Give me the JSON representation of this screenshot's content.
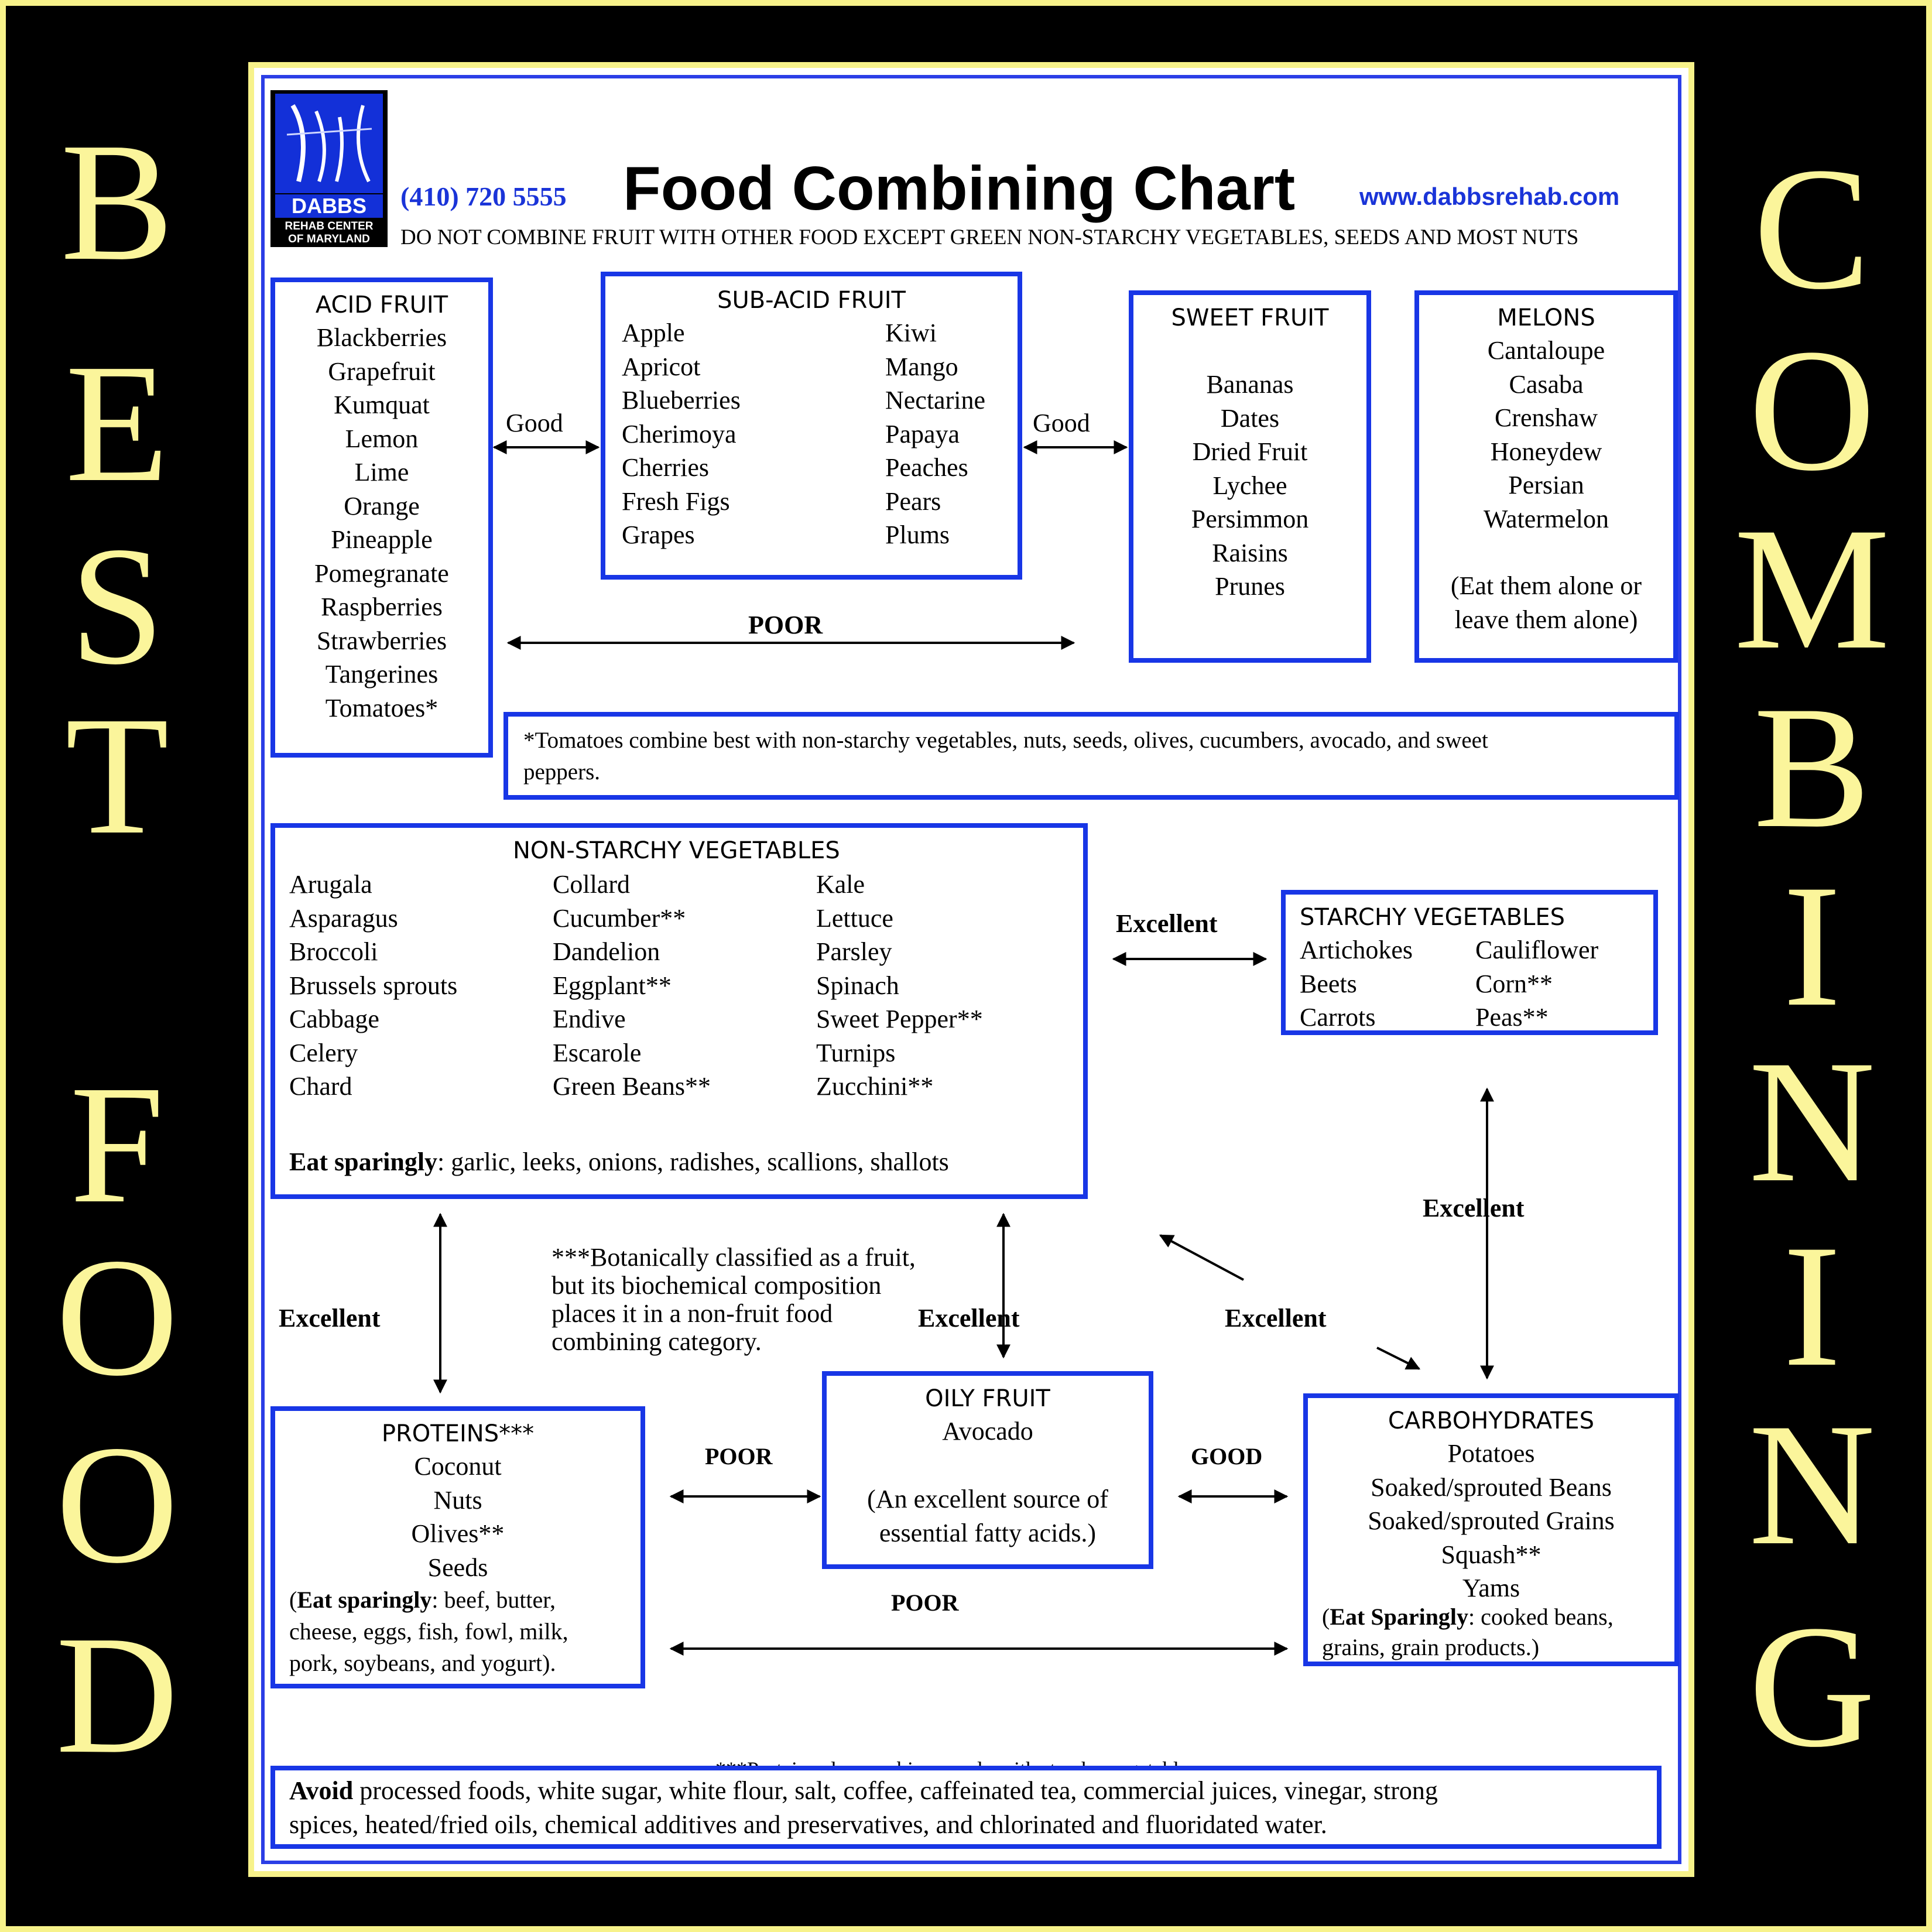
{
  "side_left": [
    "B",
    "E",
    "S",
    "T",
    "F",
    "O",
    "O",
    "D"
  ],
  "side_right": [
    "C",
    "O",
    "M",
    "B",
    "I",
    "N",
    "I",
    "N",
    "G"
  ],
  "logo": {
    "name": "DABBS",
    "line1": "REHAB CENTER",
    "line2": "OF MARYLAND"
  },
  "header": {
    "phone": "(410) 720 5555",
    "title": "Food Combining Chart",
    "website": "www.dabbsrehab.com",
    "subtitle": "DO NOT COMBINE FRUIT WITH OTHER FOOD EXCEPT GREEN NON-STARCHY VEGETABLES, SEEDS AND MOST NUTS"
  },
  "acid_fruit": {
    "title": "ACID FRUIT",
    "items": [
      "Blackberries",
      "Grapefruit",
      "Kumquat",
      "Lemon",
      "Lime",
      "Orange",
      "Pineapple",
      "Pomegranate",
      "Raspberries",
      "Strawberries",
      "Tangerines",
      "Tomatoes*"
    ]
  },
  "sub_acid_fruit": {
    "title": "SUB-ACID FRUIT",
    "col1": [
      "Apple",
      "Apricot",
      "Blueberries",
      "Cherimoya",
      "Cherries",
      "Fresh Figs",
      "Grapes"
    ],
    "col2": [
      "Kiwi",
      "Mango",
      "Nectarine",
      "Papaya",
      "Peaches",
      "Pears",
      "Plums"
    ]
  },
  "sweet_fruit": {
    "title": "SWEET FRUIT",
    "items": [
      "Bananas",
      "Dates",
      "Dried Fruit",
      "Lychee",
      "Persimmon",
      "Raisins",
      "Prunes"
    ]
  },
  "melons": {
    "title": "MELONS",
    "items": [
      "Cantaloupe",
      "Casaba",
      "Crenshaw",
      "Honeydew",
      "Persian",
      "Watermelon"
    ],
    "note_line1": "(Eat them alone or",
    "note_line2": "leave them alone)"
  },
  "tomato_note": {
    "line1": "*Tomatoes combine best with non-starchy vegetables, nuts, seeds, olives, cucumbers, avocado, and sweet",
    "line2": "peppers."
  },
  "non_starchy": {
    "title": "NON-STARCHY VEGETABLES",
    "col1": [
      "Arugala",
      "Asparagus",
      "Broccoli",
      "Brussels sprouts",
      "Cabbage",
      "Celery",
      "Chard"
    ],
    "col2": [
      "Collard",
      "Cucumber**",
      "Dandelion",
      "Eggplant**",
      "Endive",
      "Escarole",
      "Green Beans**"
    ],
    "col3": [
      "Kale",
      "Lettuce",
      "Parsley",
      "Spinach",
      "Sweet Pepper**",
      "Turnips",
      "Zucchini**"
    ],
    "sparing_label": "Eat sparingly",
    "sparing_text": ": garlic, leeks, onions, radishes, scallions, shallots"
  },
  "starchy": {
    "title": "STARCHY VEGETABLES",
    "col1": [
      "Artichokes",
      "Beets",
      "Carrots"
    ],
    "col2": [
      "Cauliflower",
      "Corn**",
      "Peas**"
    ]
  },
  "botanical_note": [
    "***Botanically classified as a fruit,",
    "but its biochemical composition",
    "places it in a non-fruit food",
    "combining category."
  ],
  "proteins": {
    "title": "PROTEINS***",
    "items": [
      "Coconut",
      "Nuts",
      "Olives**",
      "Seeds"
    ],
    "sparing_open": "(",
    "sparing_label": "Eat sparingly",
    "sparing_line1": ": beef, butter,",
    "sparing_line2": "cheese, eggs, fish, fowl, milk,",
    "sparing_line3": "pork, soybeans, and yogurt)."
  },
  "oily_fruit": {
    "title": "OILY FRUIT",
    "item": "Avocado",
    "note_line1": "(An excellent source of",
    "note_line2": "essential fatty acids.)"
  },
  "carbs": {
    "title": "CARBOHYDRATES",
    "items": [
      "Potatoes",
      "Soaked/sprouted Beans",
      "Soaked/sprouted Grains",
      "Squash**",
      "Yams"
    ],
    "sparing_open": "(",
    "sparing_label": "Eat Sparingly",
    "sparing_line1": ": cooked beans,",
    "sparing_line2": "grains, grain products.)"
  },
  "protein_note": "***Proteins also combine poorly with starchy vegetables",
  "avoid": {
    "label": "Avoid",
    "line1": " processed foods, white sugar, white flour, salt, coffee, caffeinated tea, commercial juices, vinegar, strong",
    "line2": "spices, heated/fried oils, chemical additives and preservatives, and chlorinated and fluoridated water."
  },
  "relations": {
    "acid_subacid": "Good",
    "subacid_sweet": "Good",
    "acid_sweet": "POOR",
    "nonstarchy_starchy": "Excellent",
    "starchy_carbs": "Excellent",
    "nonstarchy_proteins": "Excellent",
    "nonstarchy_oily": "Excellent",
    "nonstarchy_carbs": "Excellent",
    "proteins_oily": "POOR",
    "oily_carbs": "GOOD",
    "proteins_carbs": "POOR"
  }
}
